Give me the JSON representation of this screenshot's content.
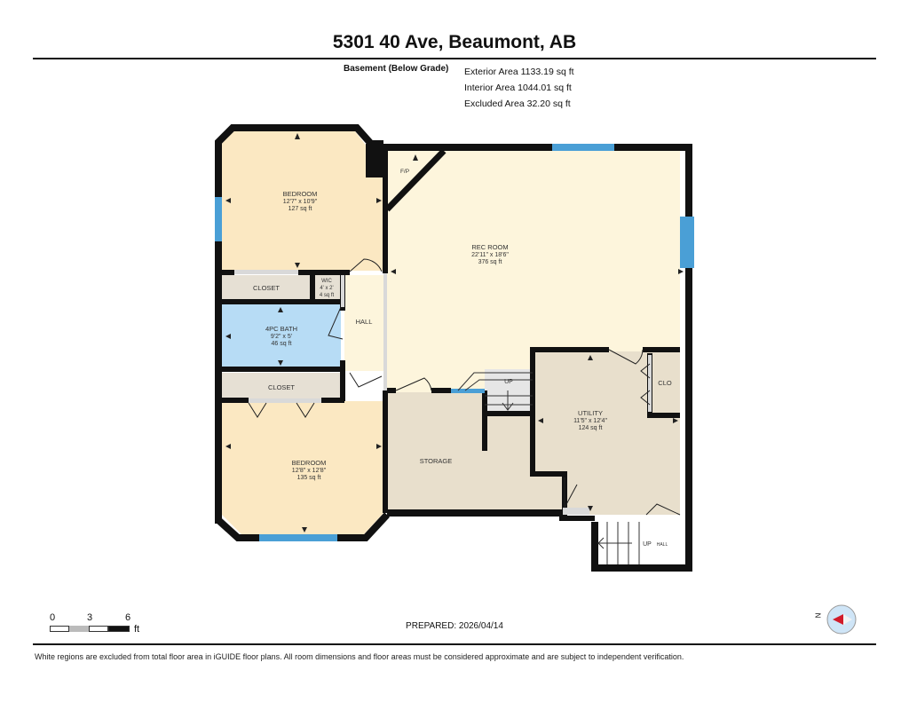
{
  "header": {
    "title": "5301 40 Ave, Beaumont, AB",
    "floor_label": "Basement (Below Grade)",
    "areas": [
      "Exterior Area 1133.19 sq ft",
      "Interior Area 1044.01 sq ft",
      "Excluded Area 32.20 sq ft"
    ]
  },
  "colors": {
    "wall": "#111111",
    "bedroom_fill": "#fbe8c2",
    "rec_fill": "#fdf5dc",
    "bath_fill": "#b7dcf5",
    "utility_fill": "#e8dfcc",
    "closet_fill": "#e6e0d4",
    "window": "#4a9fd6",
    "door_opening": "#d9d9d9"
  },
  "rooms": {
    "bedroom1": {
      "name": "BEDROOM",
      "dims": "12'7\" x 10'9\"",
      "area": "127 sq ft"
    },
    "closet1": {
      "name": "CLOSET"
    },
    "wic": {
      "name": "WIC",
      "dims": "4' x 2'",
      "area": "4 sq ft"
    },
    "bath": {
      "name": "4PC BATH",
      "dims": "9'2\" x 5'",
      "area": "46 sq ft"
    },
    "hall": {
      "name": "HALL"
    },
    "closet2": {
      "name": "CLOSET"
    },
    "bedroom2": {
      "name": "BEDROOM",
      "dims": "12'8\" x 12'8\"",
      "area": "135 sq ft"
    },
    "rec": {
      "name": "REC ROOM",
      "dims": "22'11\" x 18'6\"",
      "area": "376 sq ft"
    },
    "fp": {
      "name": "F/P"
    },
    "stairs_up": {
      "name": "UP"
    },
    "storage": {
      "name": "STORAGE"
    },
    "utility": {
      "name": "UTILITY",
      "dims": "11'5\" x 12'4\"",
      "area": "124 sq ft"
    },
    "clo": {
      "name": "CLO"
    },
    "stairs_up2": {
      "name": "UP"
    },
    "hall2": {
      "name": "HALL"
    }
  },
  "scale": {
    "labels": [
      "0",
      "3",
      "6"
    ],
    "unit": "ft"
  },
  "compass": {
    "label": "N"
  },
  "footer": {
    "prepared": "PREPARED: 2026/04/14",
    "disclaimer": "White regions are excluded from total floor area in iGUIDE floor plans. All room dimensions and floor areas must be considered approximate and are subject to independent verification."
  }
}
